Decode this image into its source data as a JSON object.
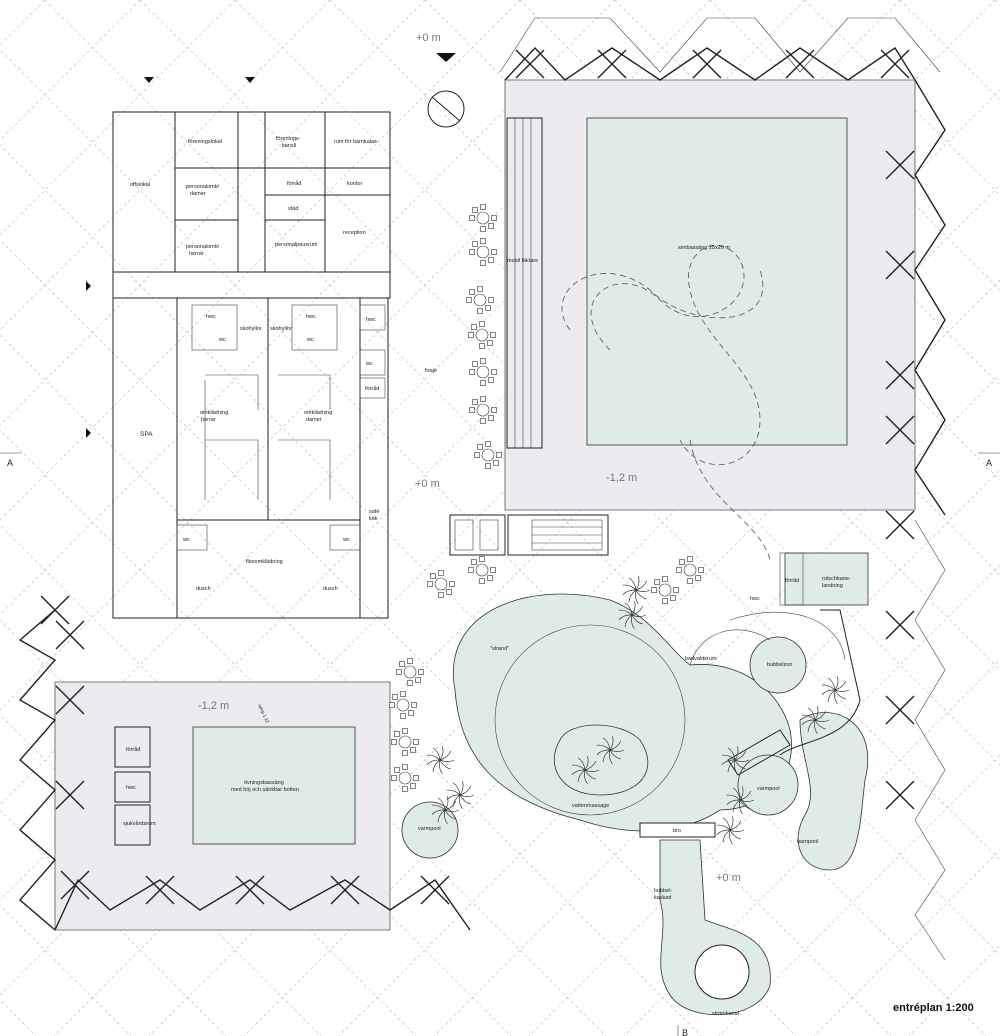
{
  "levels": {
    "top": "+0 m",
    "center": "+0 m",
    "bottom_right": "+0 m",
    "pool_main": "-1,2 m",
    "pool_training": "-1,2 m"
  },
  "section_marks": {
    "left": "A",
    "right": "A",
    "bottom": "B"
  },
  "rooms": {
    "offsiokal": "offsiokal",
    "foreningslokal": "föreningslokal",
    "foreningskansli_1": "förenings-",
    "foreningskansli_2": "kansli",
    "rum_barnkalas": "rum för barnkalas",
    "personalomkl_damer_1": "personalomkl",
    "personalomkl_damer_2": "damer",
    "forrad_top": "förråd",
    "kontor": "kontor",
    "stad": "städ",
    "reception": "reception",
    "personalomkl_herrar_1": "personalomkl",
    "personalomkl_herrar_2": "herrar",
    "personalpausrum": "personalpausrum",
    "hwc_1": "hwc",
    "hwc_2": "hwc",
    "hwc_3": "hwc",
    "wc_1": "wc",
    "wc_2": "wc",
    "wc_3": "wc",
    "skohyllor_1": "skohyllor",
    "skohyllor_2": "skohyllor",
    "forrad_mid": "förråd",
    "foaje": "foajé",
    "mobil_laktare": "mobil läktare",
    "spa": "SPA",
    "omkladning_herrar_1": "omklädning",
    "omkladning_herrar_2": "herrar",
    "omkladning_damer_1": "omklädning",
    "omkladning_damer_2": "damer",
    "safe_kok_1": "safé",
    "safe_kok_2": "kök",
    "wc_4": "wc",
    "wc_5": "wc",
    "flexomkladning": "flexomklädning",
    "dusch_1": "dusch",
    "dusch_2": "dusch",
    "simbassang": "simbassäng 25x20 m",
    "forrad_slide": "förråd",
    "rutschkane_1": "rutschkane-",
    "rutschkane_2": "landning",
    "hwc_4": "hwc",
    "strand": "\"strand\"",
    "badvaktsrum": "badvaktsrum",
    "bubbelzon": "bubbelzon",
    "forrad_low": "förråd",
    "hwc_5": "hwc",
    "sjukvardsrum": "sjukvårdsrum",
    "ovningsbassang_1": "övningsbassäng",
    "ovningsbassang_2": "med höj och sänkbar botten",
    "varmpool_1": "varmpool",
    "varmpool_2": "varmpool",
    "vattenmassage": "vattenmassage",
    "barnpool": "barnpool",
    "bro": "bro",
    "bubbelkaskad_1": "bubbel-",
    "bubbelkaskad_2": "kaskad",
    "stromkanal": "strömkanal",
    "ramp_label": "ramp 1:12"
  },
  "plan_title": "entréplan 1:200",
  "colors": {
    "pool_fill": "#dfece6",
    "shade_fill": "#eeebf0",
    "line": "#222222",
    "grid": "#b8b8b8"
  }
}
